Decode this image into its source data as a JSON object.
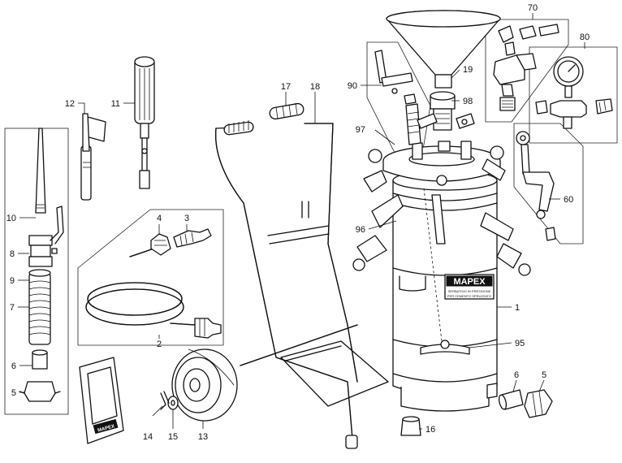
{
  "brand": {
    "name": "MAPEX",
    "plate_line1": "SERBATOIO IN PRESSIONE",
    "plate_line2": "PER CEMENTO SPRUZZATO",
    "manual_title": "MAPEX"
  },
  "callouts": [
    {
      "id": "70",
      "text": "70"
    },
    {
      "id": "80",
      "text": "80"
    },
    {
      "id": "19",
      "text": "19"
    },
    {
      "id": "90",
      "text": "90"
    },
    {
      "id": "98",
      "text": "98"
    },
    {
      "id": "17",
      "text": "17"
    },
    {
      "id": "18",
      "text": "18"
    },
    {
      "id": "12",
      "text": "12"
    },
    {
      "id": "11",
      "text": "11"
    },
    {
      "id": "97",
      "text": "97"
    },
    {
      "id": "4",
      "text": "4"
    },
    {
      "id": "3",
      "text": "3"
    },
    {
      "id": "10",
      "text": "10"
    },
    {
      "id": "96",
      "text": "96"
    },
    {
      "id": "60",
      "text": "60"
    },
    {
      "id": "8",
      "text": "8"
    },
    {
      "id": "9",
      "text": "9"
    },
    {
      "id": "7",
      "text": "7"
    },
    {
      "id": "1",
      "text": "1"
    },
    {
      "id": "2",
      "text": "2"
    },
    {
      "id": "95",
      "text": "95"
    },
    {
      "id": "6a",
      "text": "6"
    },
    {
      "id": "6b",
      "text": "6"
    },
    {
      "id": "5a",
      "text": "5"
    },
    {
      "id": "5b",
      "text": "5"
    },
    {
      "id": "16",
      "text": "16"
    },
    {
      "id": "14",
      "text": "14"
    },
    {
      "id": "15",
      "text": "15"
    },
    {
      "id": "13",
      "text": "13"
    }
  ]
}
